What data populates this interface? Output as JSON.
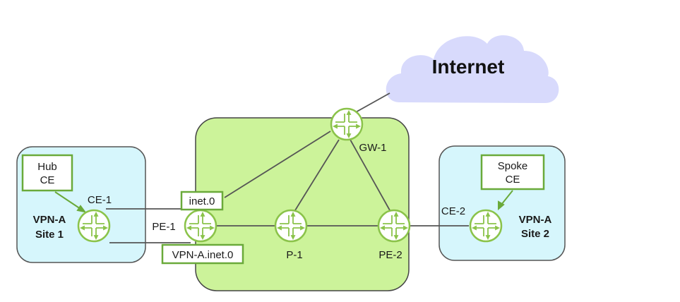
{
  "colors": {
    "site_fill": "#d6f6fc",
    "core_fill": "#ccf39a",
    "cloud_fill": "#d8dafc",
    "router_green": "#8bc34a",
    "box_border": "#6aaa3a",
    "link": "#555555"
  },
  "cloud": {
    "label": "Internet"
  },
  "sites": [
    {
      "id": "site1",
      "name_line1": "VPN-A",
      "name_line2": "Site 1",
      "callout_line1": "Hub",
      "callout_line2": "CE"
    },
    {
      "id": "site2",
      "name_line1": "VPN-A",
      "name_line2": "Site 2",
      "callout_line1": "Spoke",
      "callout_line2": "CE"
    }
  ],
  "routers": [
    {
      "id": "ce1",
      "label": "CE-1",
      "icon": "router-icon"
    },
    {
      "id": "pe1",
      "label": "PE-1",
      "icon": "router-icon"
    },
    {
      "id": "p1",
      "label": "P-1",
      "icon": "router-icon"
    },
    {
      "id": "pe2",
      "label": "PE-2",
      "icon": "router-icon"
    },
    {
      "id": "gw1",
      "label": "GW-1",
      "icon": "router-icon"
    },
    {
      "id": "ce2",
      "label": "CE-2",
      "icon": "router-icon"
    }
  ],
  "tables": [
    {
      "id": "inet0",
      "label": "inet.0"
    },
    {
      "id": "vpna",
      "label": "VPN-A.inet.0"
    }
  ],
  "links": [
    [
      "ce1",
      "pe1",
      "upper"
    ],
    [
      "ce1",
      "pe1",
      "lower"
    ],
    [
      "pe1",
      "p1"
    ],
    [
      "p1",
      "pe2"
    ],
    [
      "pe2",
      "ce2"
    ],
    [
      "gw1",
      "p1"
    ],
    [
      "gw1",
      "pe2"
    ],
    [
      "gw1",
      "pe1"
    ],
    [
      "gw1",
      "cloud"
    ]
  ]
}
